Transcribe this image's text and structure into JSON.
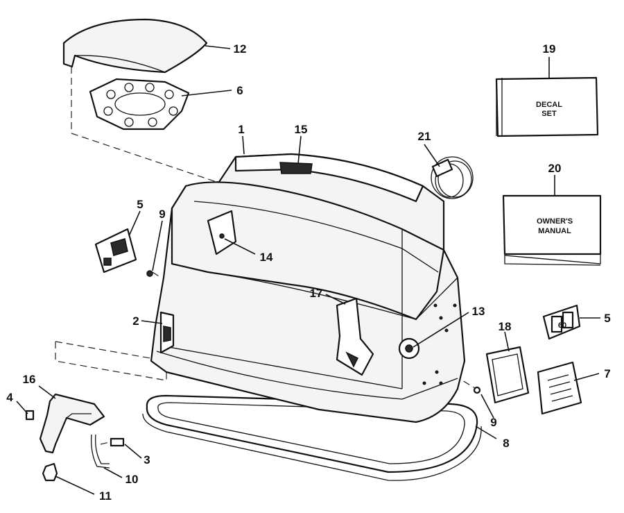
{
  "callouts": {
    "c1": "1",
    "c2": "2",
    "c3": "3",
    "c4": "4",
    "c5a": "5",
    "c5b": "5",
    "c6": "6",
    "c7": "7",
    "c8": "8",
    "c9a": "9",
    "c9b": "9",
    "c10": "10",
    "c11": "11",
    "c12": "12",
    "c13": "13",
    "c14": "14",
    "c15": "15",
    "c16": "16",
    "c17": "17",
    "c18": "18",
    "c19": "19",
    "c20": "20",
    "c21": "21"
  },
  "decal_box": {
    "line1": "DECAL",
    "line2": "SET"
  },
  "manual_box": {
    "line1": "OWNER'S",
    "line2": "MANUAL"
  },
  "model_badge": {
    "digits": "60"
  }
}
